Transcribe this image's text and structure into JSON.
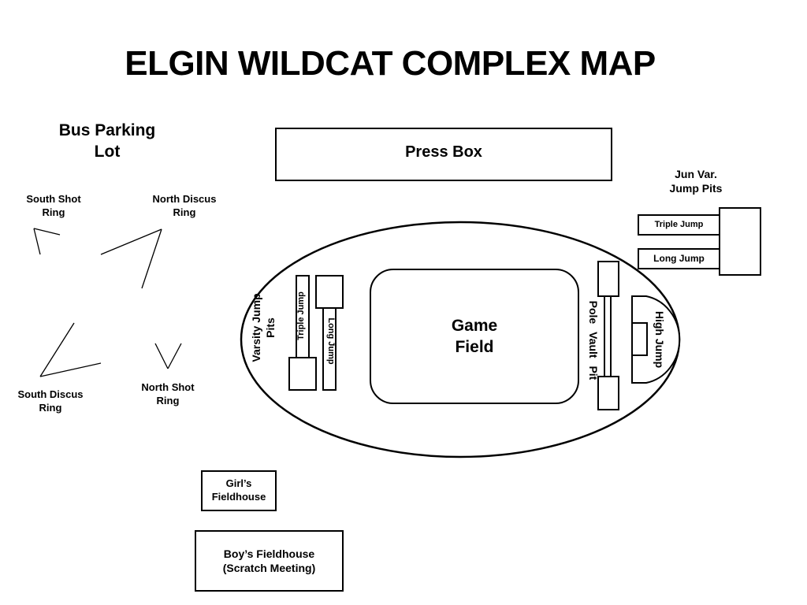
{
  "title": "ELGIN WILDCAT COMPLEX MAP",
  "bus_parking": "Bus Parking Lot",
  "press_box": "Press Box",
  "jun_var": {
    "heading": "Jun Var. Jump Pits",
    "triple_jump": "Triple Jump",
    "long_jump": "Long Jump"
  },
  "throw_rings": {
    "south_shot": "South Shot Ring",
    "north_discus": "North Discus Ring",
    "south_discus": "South Discus Ring",
    "north_shot": "North Shot Ring"
  },
  "track": {
    "varsity_jump_pits": "Varsity Jump Pits",
    "triple_jump": "Triple Jump",
    "long_jump": "Long Jump",
    "game_field": "Game Field",
    "pole_vault_pit": "Pole Vault Pit",
    "high_jump": "High Jump"
  },
  "girls_fieldhouse": "Girl’s Fieldhouse",
  "boys_fieldhouse": "Boy’s Fieldhouse (Scratch Meeting)"
}
